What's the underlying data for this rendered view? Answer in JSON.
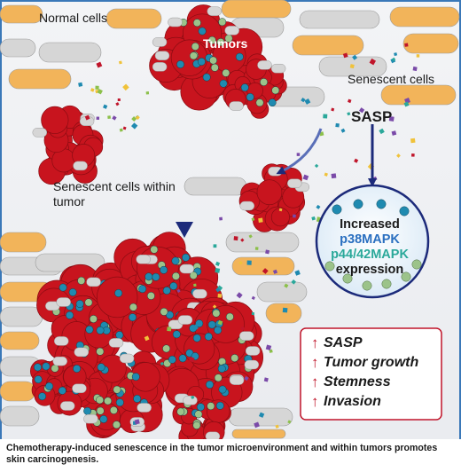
{
  "labels": {
    "normal_cells": "Normal cells",
    "tumors": "Tumors",
    "senescent_cells": "Senescent cells",
    "sasp": "SASP",
    "senescent_within_tumor": "Senescent cells within tumor"
  },
  "expression_circle": {
    "line1": "Increased",
    "line2": "p38MAPK",
    "line3": "p44/42MAPK",
    "line4": "expression"
  },
  "effects": {
    "items": [
      "SASP",
      "Tumor growth",
      "Stemness",
      "Invasion"
    ]
  },
  "caption": "Chemotherapy-induced senescence in the tumor microenvironment and within tumors promotes skin carcinogenesis.",
  "colors": {
    "tumor_red": "#c8141e",
    "normal_cell_orange": "#f2b45a",
    "senescent_cell_gray": "#d6d6d6",
    "arrow_navy": "#1c2a7a",
    "arrow_blue_light": "#7aa0d8",
    "effect_arrow_red": "#c0152a",
    "nucleus_blue": "#1f8ab0",
    "nucleus_green": "#9cc38a",
    "frame_blue": "#3a78b8"
  }
}
